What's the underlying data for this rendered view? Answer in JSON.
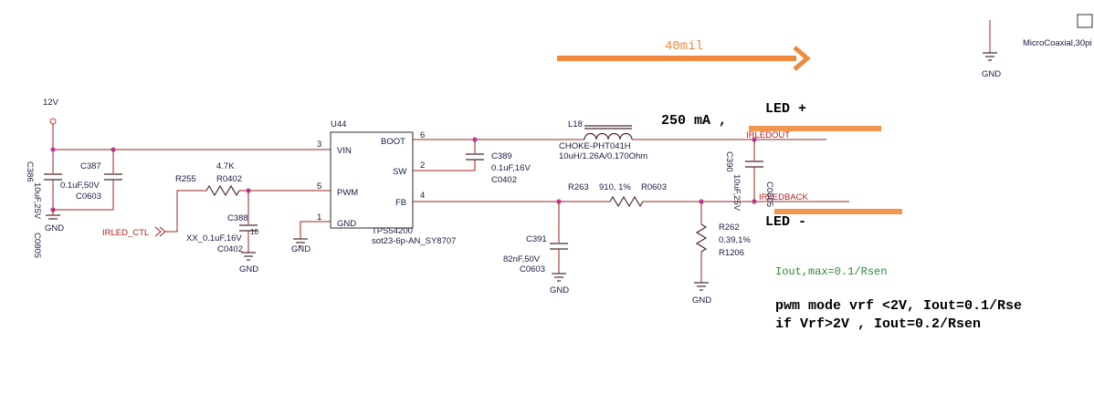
{
  "supply": {
    "voltage": "12V"
  },
  "ic": {
    "ref": "U44",
    "part": "TPS54200",
    "package": "sot23-6p-AN_SY8707",
    "pins": [
      {
        "name": "VIN",
        "num": "3"
      },
      {
        "name": "PWM",
        "num": "5"
      },
      {
        "name": "GND",
        "num": "1"
      },
      {
        "name": "BOOT",
        "num": "6"
      },
      {
        "name": "SW",
        "num": "2"
      },
      {
        "name": "FB",
        "num": "4"
      }
    ]
  },
  "components": {
    "c386": {
      "ref": "C386",
      "value": "10uF,25V",
      "pkg": "C0805"
    },
    "c387": {
      "ref": "C387",
      "value": "0.1uF,50V",
      "pkg": "C0603"
    },
    "r255": {
      "ref": "R255",
      "value": "4.7K",
      "pkg": "R0402"
    },
    "c388": {
      "ref": "C388",
      "value": "XX_0.1uF,16V",
      "pkg": "C0402",
      "extra": "10"
    },
    "c389": {
      "ref": "C389",
      "value": "0.1uF,16V",
      "pkg": "C0402"
    },
    "l18": {
      "ref": "L18",
      "part": "CHOKE-PHT041H",
      "value": "10uH/1.26A/0.170Ohm"
    },
    "c391": {
      "ref": "C391",
      "value": "82nF,50V",
      "pkg": "C0603"
    },
    "r263": {
      "ref": "R263",
      "value": "910, 1%",
      "pkg": "R0603"
    },
    "r262": {
      "ref": "R262",
      "value": "0.39,1%",
      "pkg": "R1206"
    },
    "c390": {
      "ref": "C390",
      "value": "10uF,25V",
      "pkg": "C0805"
    }
  },
  "nets": {
    "irled_ctl": "IRLED_CTL",
    "irledout": "IRLEDOUT",
    "irledback": "IRLEDBACK",
    "gnd": "GND"
  },
  "connector": {
    "label": "MicroCoaxial,30pi"
  },
  "annotations": {
    "trace_width": "40mil",
    "current": "250 mA ,",
    "led_plus": "LED +",
    "led_minus": "LED -",
    "iout_max": "Iout,max=0.1/Rsen",
    "pwm_line": "pwm mode vrf <2V,  Iout=0.1/Rse",
    "vrf_line": "if Vrf>2V , Iout=0.2/Rsen"
  },
  "colors": {
    "wire": "#a02020",
    "annotation": "#f08a3c",
    "note": "#2e8b2e",
    "junction": "#c23a9a"
  }
}
